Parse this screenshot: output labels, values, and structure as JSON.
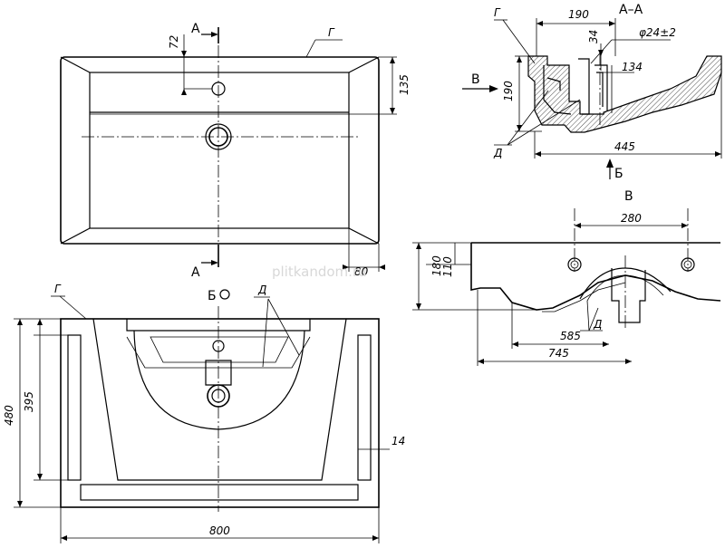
{
  "watermark": "plitkandom.ru",
  "labels": {
    "section_a_top": "А",
    "section_a_bottom": "А",
    "section_title": "А–А",
    "view_b": "Б",
    "view_v_arrow": "В",
    "view_v_title": "В",
    "view_b_arrow": "Б",
    "g_top": "Г",
    "g_front": "Г",
    "g_section": "Г",
    "d_front": "Д",
    "d_section": "Д",
    "d_side": "Д"
  },
  "dims": {
    "d72": "72",
    "d135": "135",
    "d80": "80",
    "d190_top": "190",
    "d34": "34",
    "d_diam": "φ24±2",
    "d134": "134",
    "d190_side": "190",
    "d445": "445",
    "d280": "280",
    "d180": "180",
    "d110": "110",
    "d585": "585",
    "d745": "745",
    "d480": "480",
    "d395": "395",
    "d14": "14",
    "d800": "800"
  }
}
